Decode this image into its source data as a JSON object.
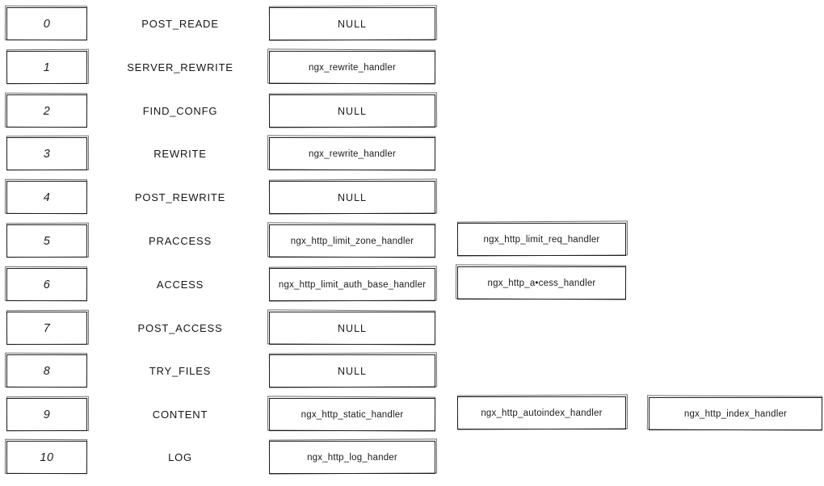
{
  "diagram": {
    "title_hint": "nginx http phases and handlers",
    "colors": {
      "stroke": "#1f1f1f",
      "text": "#1b1b1b",
      "background": "#ffffff"
    },
    "rows": [
      {
        "num": "0",
        "phase": "POST_READE",
        "handlers": [
          "NULL"
        ]
      },
      {
        "num": "1",
        "phase": "SERVER_REWRITE",
        "handlers": [
          "ngx_rewrite_handler"
        ]
      },
      {
        "num": "2",
        "phase": "FIND_CONFG",
        "handlers": [
          "NULL"
        ]
      },
      {
        "num": "3",
        "phase": "REWRITE",
        "handlers": [
          "ngx_rewrite_handler"
        ]
      },
      {
        "num": "4",
        "phase": "POST_REWRITE",
        "handlers": [
          "NULL"
        ]
      },
      {
        "num": "5",
        "phase": "PRACCESS",
        "handlers": [
          "ngx_http_limit_zone_handler",
          "ngx_http_limit_req_handler"
        ]
      },
      {
        "num": "6",
        "phase": "ACCESS",
        "handlers": [
          "ngx_http_limit_auth_base_handler",
          "ngx_http_a•cess_handler"
        ]
      },
      {
        "num": "7",
        "phase": "POST_ACCESS",
        "handlers": [
          "NULL"
        ]
      },
      {
        "num": "8",
        "phase": "TRY_FILES",
        "handlers": [
          "NULL"
        ]
      },
      {
        "num": "9",
        "phase": "CONTENT",
        "handlers": [
          "ngx_http_static_handler",
          "ngx_http_autoindex_handler",
          "ngx_http_index_handler"
        ]
      },
      {
        "num": "10",
        "phase": "LOG",
        "handlers": [
          "ngx_http_log_hander"
        ]
      }
    ]
  }
}
